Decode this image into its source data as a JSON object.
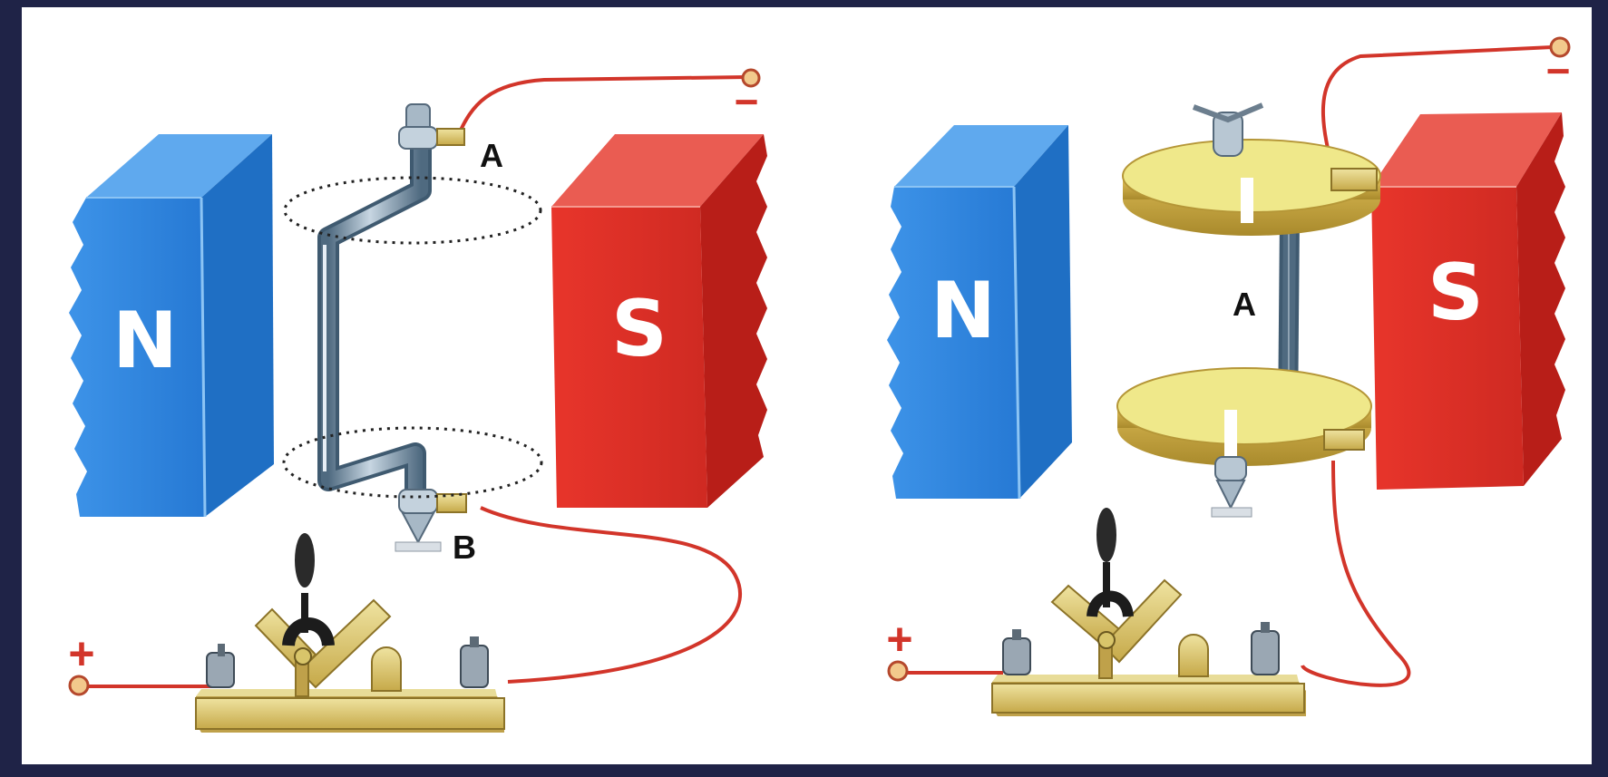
{
  "colors": {
    "north_magnet": "#2a86e0",
    "south_magnet": "#e02c24",
    "wire": "#d2352a",
    "frame": "#1f2347",
    "brass": "#d8c56a",
    "disk": "#efe88a",
    "axle": "#6f8aa0"
  },
  "left_panel": {
    "north_letter": "N",
    "south_letter": "S",
    "label_a": "A",
    "label_b": "B",
    "plus_sign": "+",
    "minus_sign": "−"
  },
  "right_panel": {
    "north_letter": "N",
    "south_letter": "S",
    "label_a": "A",
    "plus_sign": "+",
    "minus_sign": "−"
  }
}
